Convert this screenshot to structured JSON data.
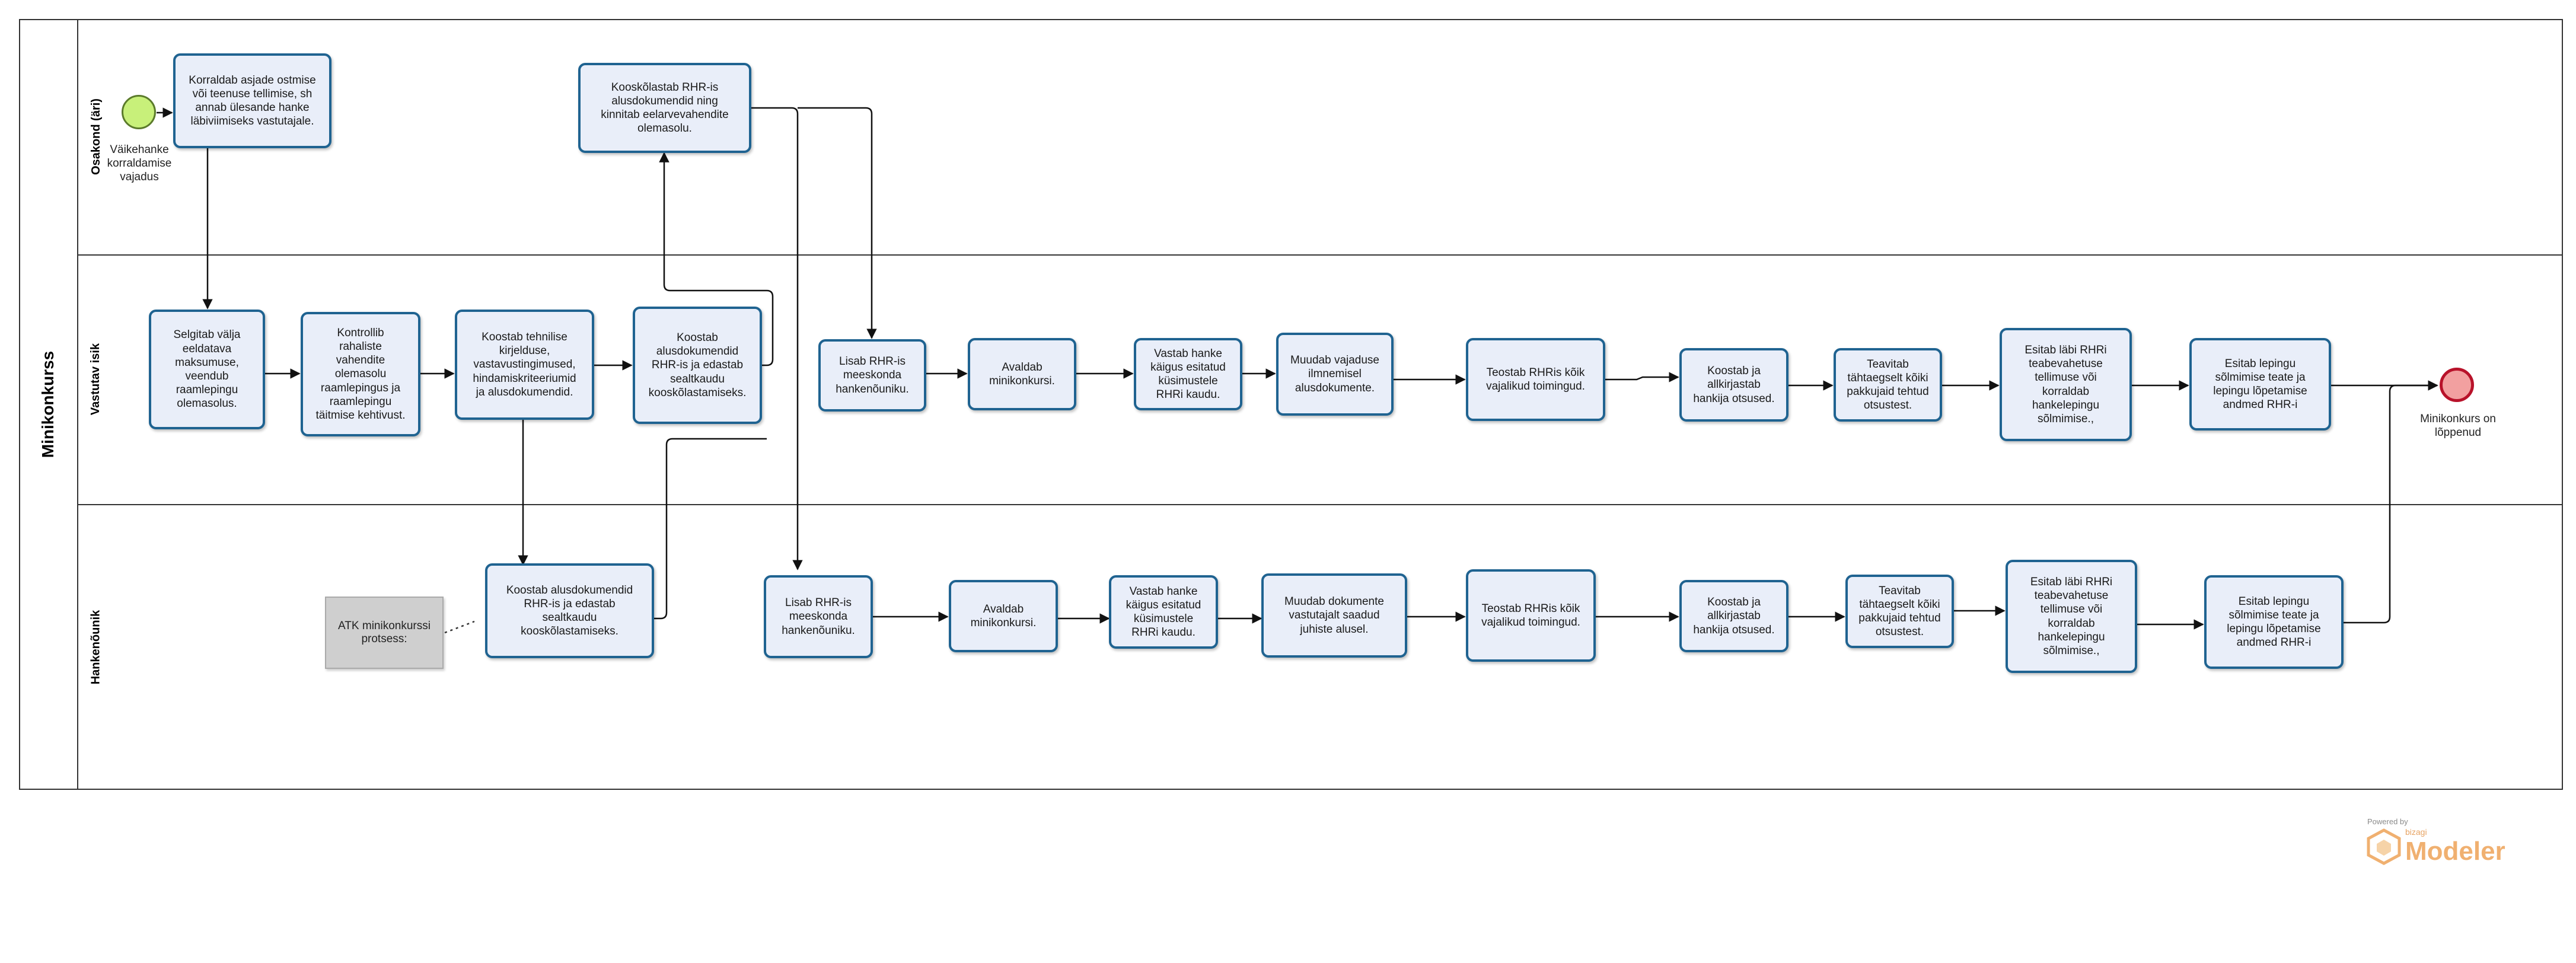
{
  "pool": {
    "title": "Minikonkurss"
  },
  "lanes": [
    {
      "id": "lane-osakond",
      "label": "Osakond (äri)"
    },
    {
      "id": "lane-vastutav",
      "label": "Vastutav isik"
    },
    {
      "id": "lane-hankenounik",
      "label": "Hankenõunik"
    }
  ],
  "events": {
    "start": {
      "label": "Väikehanke\nkorraldamise\nvajadus",
      "color": "#c8f07a"
    },
    "end": {
      "label": "Minikonkurs on\nlõppenud",
      "color": "#f2a0a0"
    }
  },
  "tasks": {
    "t_korraldab": "Korraldab asjade ostmise\nvõi teenuse tellimise, sh\nannab ülesande hanke\nläbiviimiseks vastutajale.",
    "t_kooskolastab": "Kooskõlastab RHR-is\nalusdokumendid ning\nkinnitab eelarvevahendite\nolemasolu.",
    "t_selgitab": "Selgitab välja\neeldatava\nmaksumuse,\nveendub\nraamlepingu\nolemasolus.",
    "t_kontrollib": "Kontrollib\nrahaliste\nvahendite\nolemasolu\nraamlepingus ja\nraamlepingu\ntäitmise kehtivust.",
    "t_koostab_tehn": "Koostab tehnilise\nkirjelduse,\nvastavustingimused,\nhindamiskriteeriumid\nja alusdokumendid.",
    "t_koostab_alus_v": "Koostab\nalusdokumendid\nRHR-is ja edastab\nsealtkaudu\nkooskõlastamiseks.",
    "t_lisab_v": "Lisab RHR-is\nmeeskonda\nhankenõuniku.",
    "t_avaldab_v": "Avaldab\nminikonkursi.",
    "t_vastab_v": "Vastab hanke\nkäigus esitatud\nküsimustele\nRHRi kaudu.",
    "t_muudab_v": "Muudab vajaduse\nilmnemisel\nalusdokumente.",
    "t_teostab_v": "Teostab RHRis kõik\nvajalikud toimingud.",
    "t_koostab_allk_v": "Koostab ja\nallkirjastab\nhankija otsused.",
    "t_teavitab_v": "Teavitab\ntähtaegselt kõiki\npakkujaid tehtud\notsustest.",
    "t_esitab_teab_v": "Esitab läbi RHRi\nteabevahetuse\ntellimuse või\nkorraldab\nhankelepingu\nsõlmimise.,",
    "t_esitab_lep_v": "Esitab lepingu\nsõlmimise teate ja\nlepingu lõpetamise\nandmed RHR-i",
    "t_koostab_alus_h": "Koostab alusdokumendid\nRHR-is ja edastab\nsealtkaudu\nkooskõlastamiseks.",
    "t_lisab_h": "Lisab RHR-is\nmeeskonda\nhankenõuniku.",
    "t_avaldab_h": "Avaldab\nminikonkursi.",
    "t_vastab_h": "Vastab hanke\nkäigus esitatud\nküsimustele\nRHRi kaudu.",
    "t_muudab_h": "Muudab dokumente\nvastutajalt saadud\njuhiste alusel.",
    "t_teostab_h": "Teostab RHRis kõik\nvajalikud toimingud.",
    "t_koostab_allk_h": "Koostab ja\nallkirjastab\nhankija otsused.",
    "t_teavitab_h": "Teavitab\ntähtaegselt kõiki\npakkujaid tehtud\notsustest.",
    "t_esitab_teab_h": "Esitab läbi RHRi\nteabevahetuse\ntellimuse või\nkorraldab\nhankelepingu\nsõlmimise.,",
    "t_esitab_lep_h": "Esitab lepingu\nsõlmimise teate ja\nlepingu lõpetamise\nandmed RHR-i"
  },
  "data_object": {
    "label": "ATK minikonkurssi\nprotsess:"
  },
  "watermark": {
    "powered_by": "Powered by",
    "brand_small": "bizagi",
    "brand_big": "Modeler"
  }
}
